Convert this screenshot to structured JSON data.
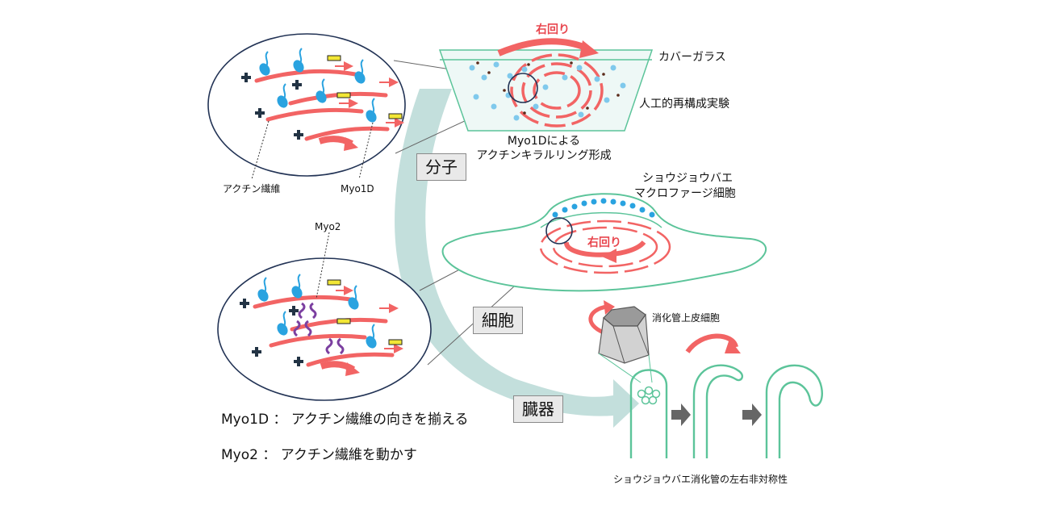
{
  "molecule": {
    "actin_label": "アクチン繊維",
    "myo1d_label": "Myo1D",
    "myo2_label": "Myo2"
  },
  "experiment": {
    "rotation_label": "右回り",
    "cover_glass_label": "カバーガラス",
    "reconstitution_label": "人工的再構成実験",
    "ring_caption_line1": "Myo1Dによる",
    "ring_caption_line2": "アクチンキラルリング形成"
  },
  "cell": {
    "title_line1": "ショウジョウバエ",
    "title_line2": "マクロファージ細胞",
    "rotation_label": "右回り"
  },
  "organ": {
    "epithelial_label": "消化管上皮細胞",
    "gut_caption": "ショウジョウバエ消化管の左右非対称性"
  },
  "levels": {
    "molecule": "分子",
    "cell": "細胞",
    "organ": "臓器"
  },
  "legend": {
    "myo1d_line": "Myo1D ： アクチン繊維の向きを揃える",
    "myo2_line": "Myo2 ： アクチン繊維を動かす"
  },
  "colors": {
    "actin": "#f26464",
    "myosin": "#2aa3e0",
    "myo2": "#7b3fa0",
    "membrane": "#5cc49a",
    "arrow_band": "#b9d9d6",
    "plus_sign": "#223344",
    "minus_sign": "#f2e635"
  }
}
